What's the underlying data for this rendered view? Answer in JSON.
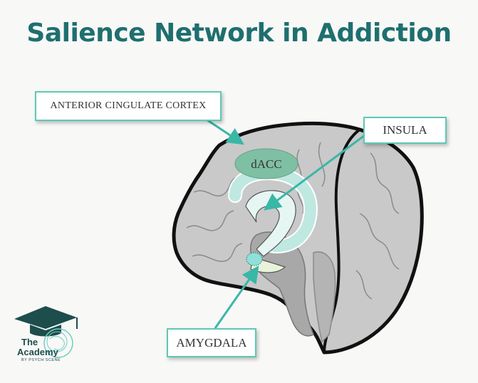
{
  "title": "Salience Network in Addiction",
  "labels": {
    "acc": "ANTERIOR CINGULATE CORTEX",
    "insula": "INSULA",
    "amygdala": "AMYGDALA",
    "dacc": "dACC"
  },
  "logo": {
    "line1": "The",
    "line2": "Academy",
    "line3": "BY PSYCH SCENE"
  },
  "colors": {
    "title": "#1f6f6f",
    "accent": "#5cc9b6",
    "brain_fill": "#c9c9c9",
    "dacc_fill": "#7fbfa4",
    "insula_fill": "#dff3f0"
  }
}
